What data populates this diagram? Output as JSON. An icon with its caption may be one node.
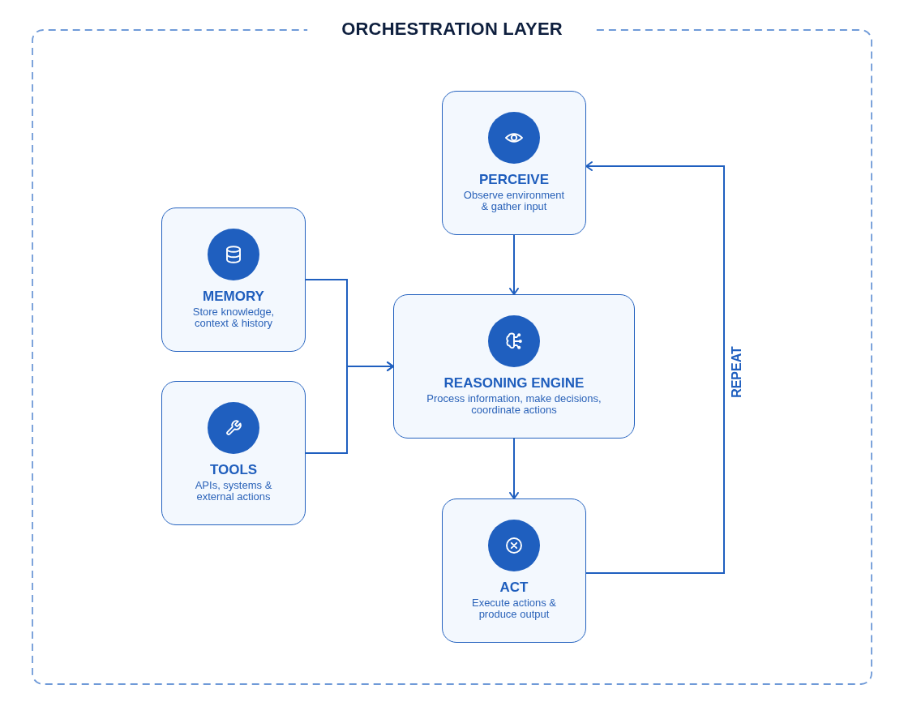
{
  "diagram": {
    "nodes": [
      {
        "text": [
          "ORCHESTRATION LAYER"
        ]
      },
      {
        "text": [
          "PERCEIVE",
          "Observe environment & gather input"
        ],
        "in": 0
      },
      {
        "text": [
          "MEMORY",
          "Store knowledge, context & history"
        ],
        "in": 0
      },
      {
        "text": [
          "REASONING ENGINE",
          "Process information, make decisions, coordinate actions"
        ],
        "in": 0
      },
      {
        "text": [
          "TOOLS",
          "APIs, systems & external actions"
        ],
        "in": 0
      },
      {
        "text": [
          "ACT",
          "Execute actions & produce output"
        ],
        "in": 0
      }
    ],
    "edges": [
      {
        "from": 1,
        "to": 3,
        "arrow": "to"
      },
      {
        "from": 2,
        "to": 3,
        "arrow": "to"
      },
      {
        "from": 4,
        "to": 3,
        "arrow": "to"
      },
      {
        "from": 3,
        "to": 5,
        "arrow": "to"
      },
      {
        "from": 5,
        "to": 1,
        "arrow": "to",
        "label": "REPEAT"
      }
    ]
  }
}
